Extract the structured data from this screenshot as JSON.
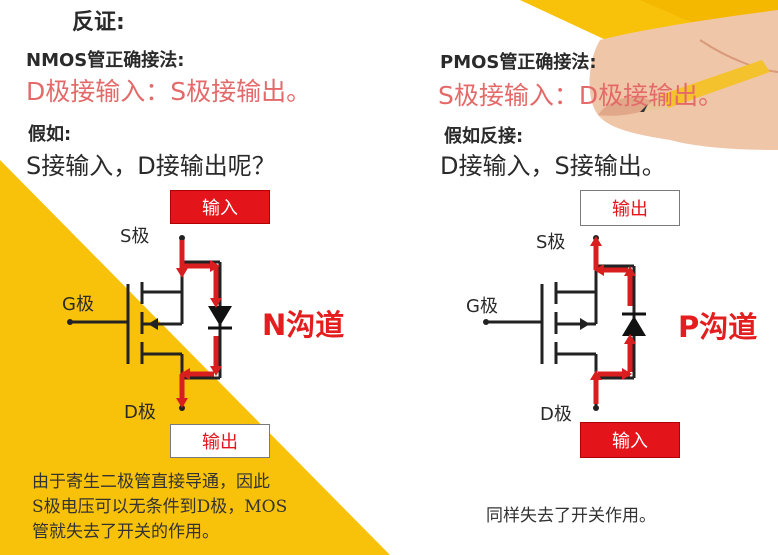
{
  "colors": {
    "yellow": "#f8c20a",
    "red": "#e4141b",
    "pink_text": "#e46a6a"
  },
  "heading": "反证:",
  "left": {
    "method_title": "NMOS管正确接法:",
    "method_text": "D极接输入：S极接输出。",
    "assume_title": "假如:",
    "assume_text": "S接输入，D接输出呢？",
    "top_box": "输入",
    "bottom_box": "输出",
    "top_terminal": "S极",
    "gate_terminal": "G极",
    "bottom_terminal": "D极",
    "channel": "N沟道",
    "note_lines": [
      "由于寄生二极管直接导通，因此",
      "S极电压可以无条件到D极，MOS",
      "管就失去了开关的作用。"
    ]
  },
  "right": {
    "method_title": "PMOS管正确接法:",
    "method_text": "S极接输入：D极接输出。",
    "assume_title": "假如反接:",
    "assume_text": "D接输入，S接输出。",
    "top_box": "输出",
    "bottom_box": "输入",
    "top_terminal": "S极",
    "gate_terminal": "G极",
    "bottom_terminal": "D极",
    "channel": "P沟道",
    "note": "同样失去了开关作用。"
  }
}
